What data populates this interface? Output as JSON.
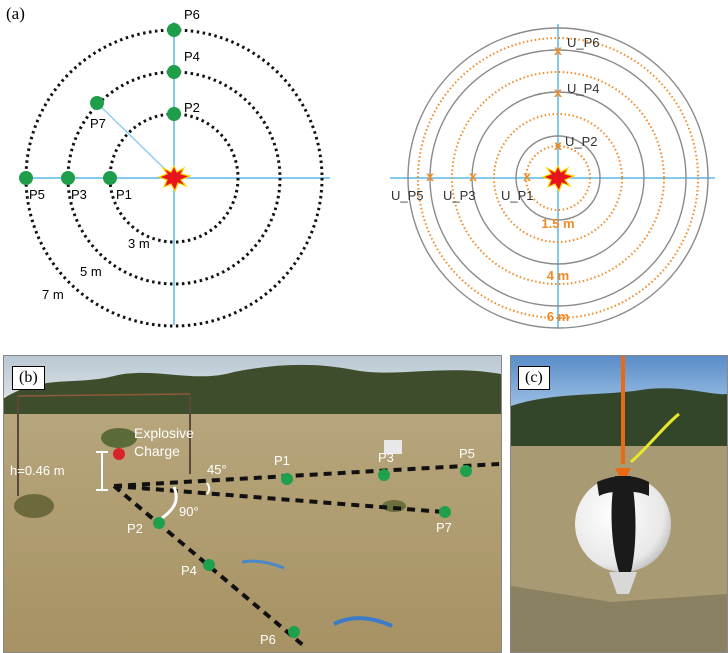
{
  "panels": {
    "a": {
      "label": "(a)",
      "left": {
        "points": [
          "P6",
          "P4",
          "P2",
          "P7",
          "P5",
          "P3",
          "P1"
        ],
        "radii": [
          "3 m",
          "5 m",
          "7 m"
        ]
      },
      "right": {
        "points": [
          "U_P6",
          "U_P4",
          "U_P2",
          "U_P5",
          "U_P3",
          "U_P1"
        ],
        "radii": [
          "1.5 m",
          "4 m",
          "6 m"
        ]
      }
    },
    "b": {
      "label": "(b)",
      "charge_label_line1": "Explosive",
      "charge_label_line2": "Charge",
      "height_label": "h=0.46 m",
      "angle_45": "45°",
      "angle_90": "90°",
      "points": [
        "P1",
        "P3",
        "P5",
        "P7",
        "P2",
        "P4",
        "P6"
      ]
    },
    "c": {
      "label": "(c)"
    }
  },
  "colors": {
    "marker_green": "#1e9e4a",
    "axis_blue": "#58b8e8",
    "orange_dotted": "#f08a24",
    "explosion_red": "#e8141c",
    "explosion_yellow": "#ffd400"
  }
}
